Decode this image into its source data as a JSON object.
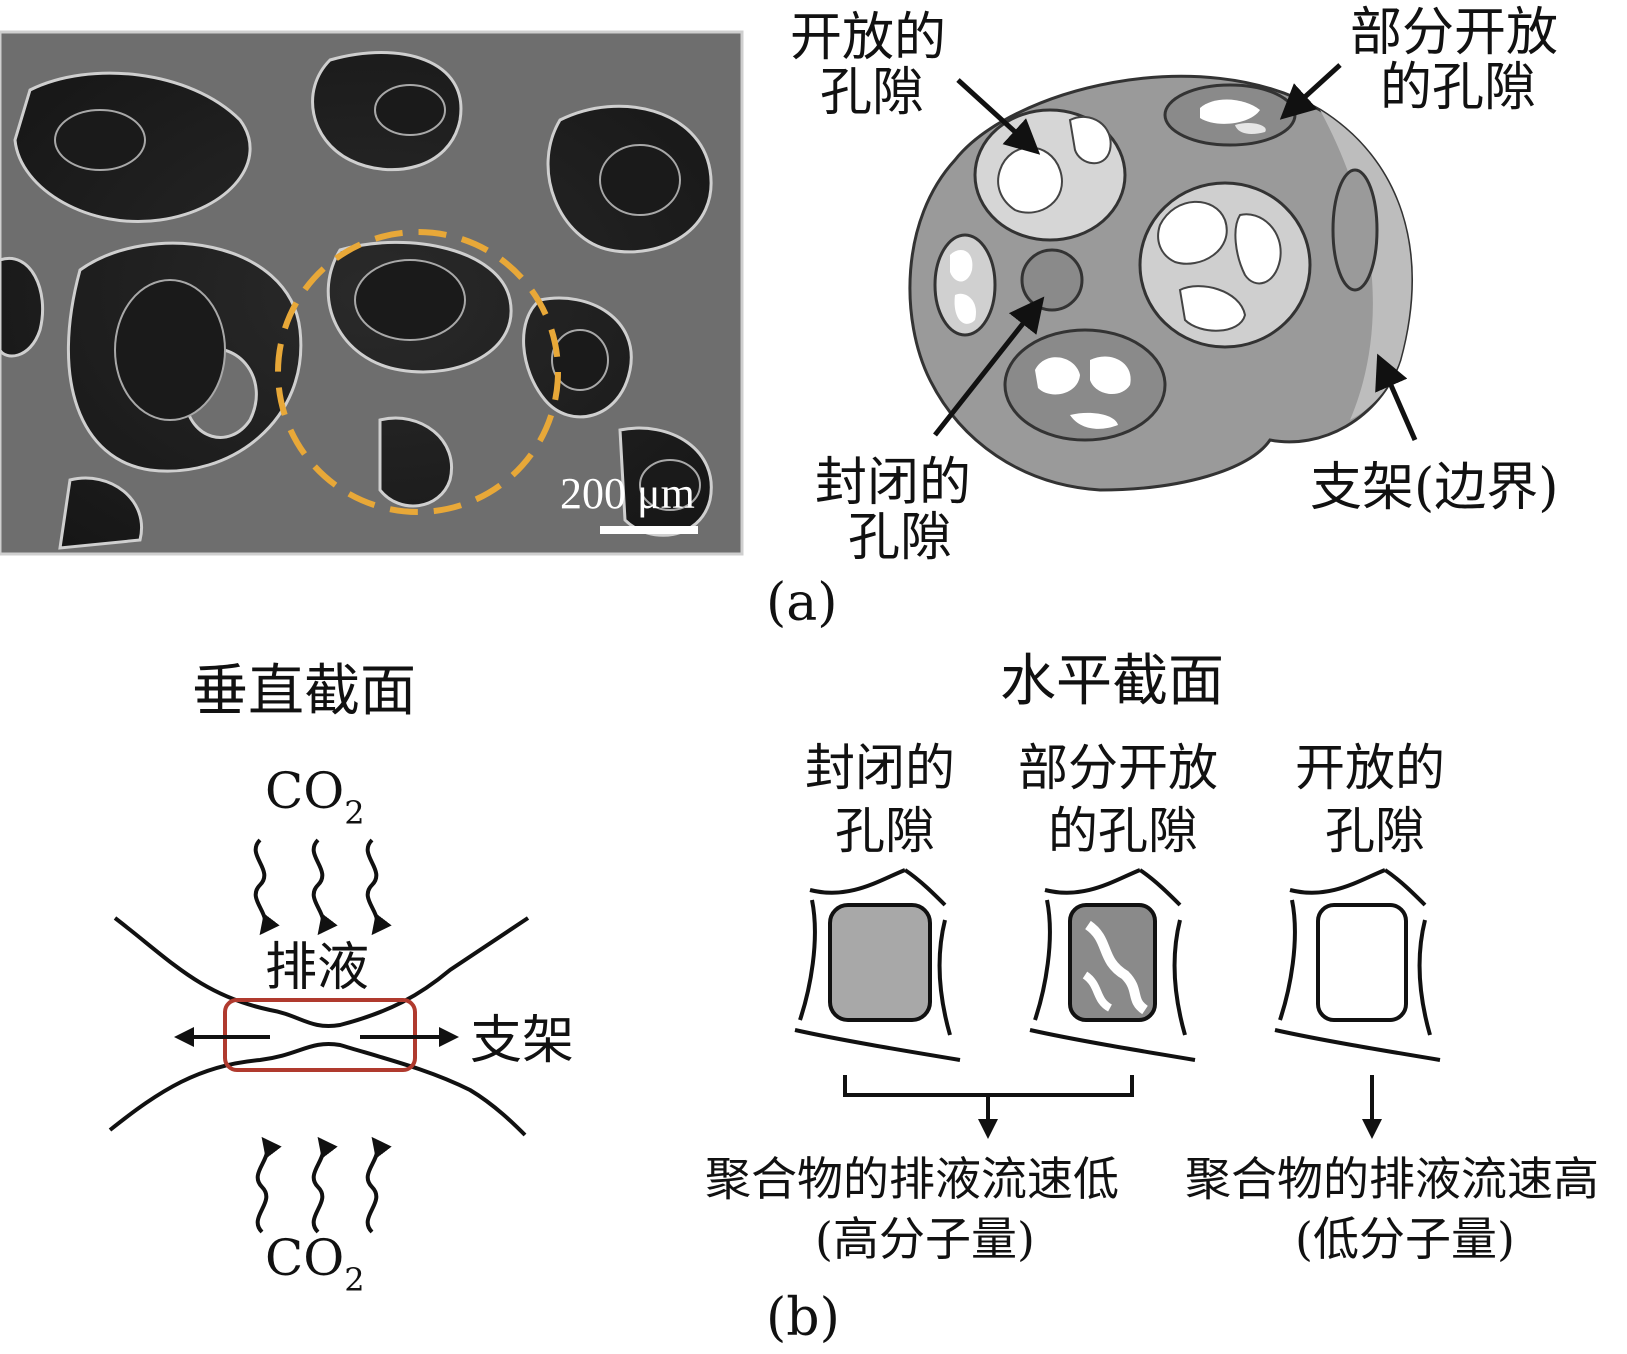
{
  "panel_a": {
    "micrograph": {
      "scale_bar_label": "200 μm",
      "highlight_color": "#e8a838"
    },
    "labels": {
      "open_pore_line1": "开放的",
      "open_pore_line2": "孔隙",
      "partial_pore_line1": "部分开放",
      "partial_pore_line2": "的孔隙",
      "closed_pore_line1": "封闭的",
      "closed_pore_line2": "孔隙",
      "strut_label": "支架(边界)"
    },
    "caption": "(a)"
  },
  "panel_b": {
    "vertical": {
      "title": "垂直截面",
      "co2_top": "CO",
      "co2_top_sub": "2",
      "drain_label": "排液",
      "strut_label": "支架",
      "co2_bottom": "CO",
      "co2_bottom_sub": "2",
      "box_color": "#b03a2e"
    },
    "horizontal": {
      "title": "水平截面",
      "closed_line1": "封闭的",
      "closed_line2": "孔隙",
      "partial_line1": "部分开放",
      "partial_line2": "的孔隙",
      "open_line1": "开放的",
      "open_line2": "孔隙",
      "result_low_line1": "聚合物的排液流速低",
      "result_low_line2": "(高分子量)",
      "result_high_line1": "聚合物的排液流速高",
      "result_high_line2": "(低分子量)"
    },
    "caption": "(b)"
  },
  "colors": {
    "pore_gray": "#8c8c8c",
    "pore_light": "#c8c8c8",
    "sphere_fill": "#9a9a9a"
  }
}
